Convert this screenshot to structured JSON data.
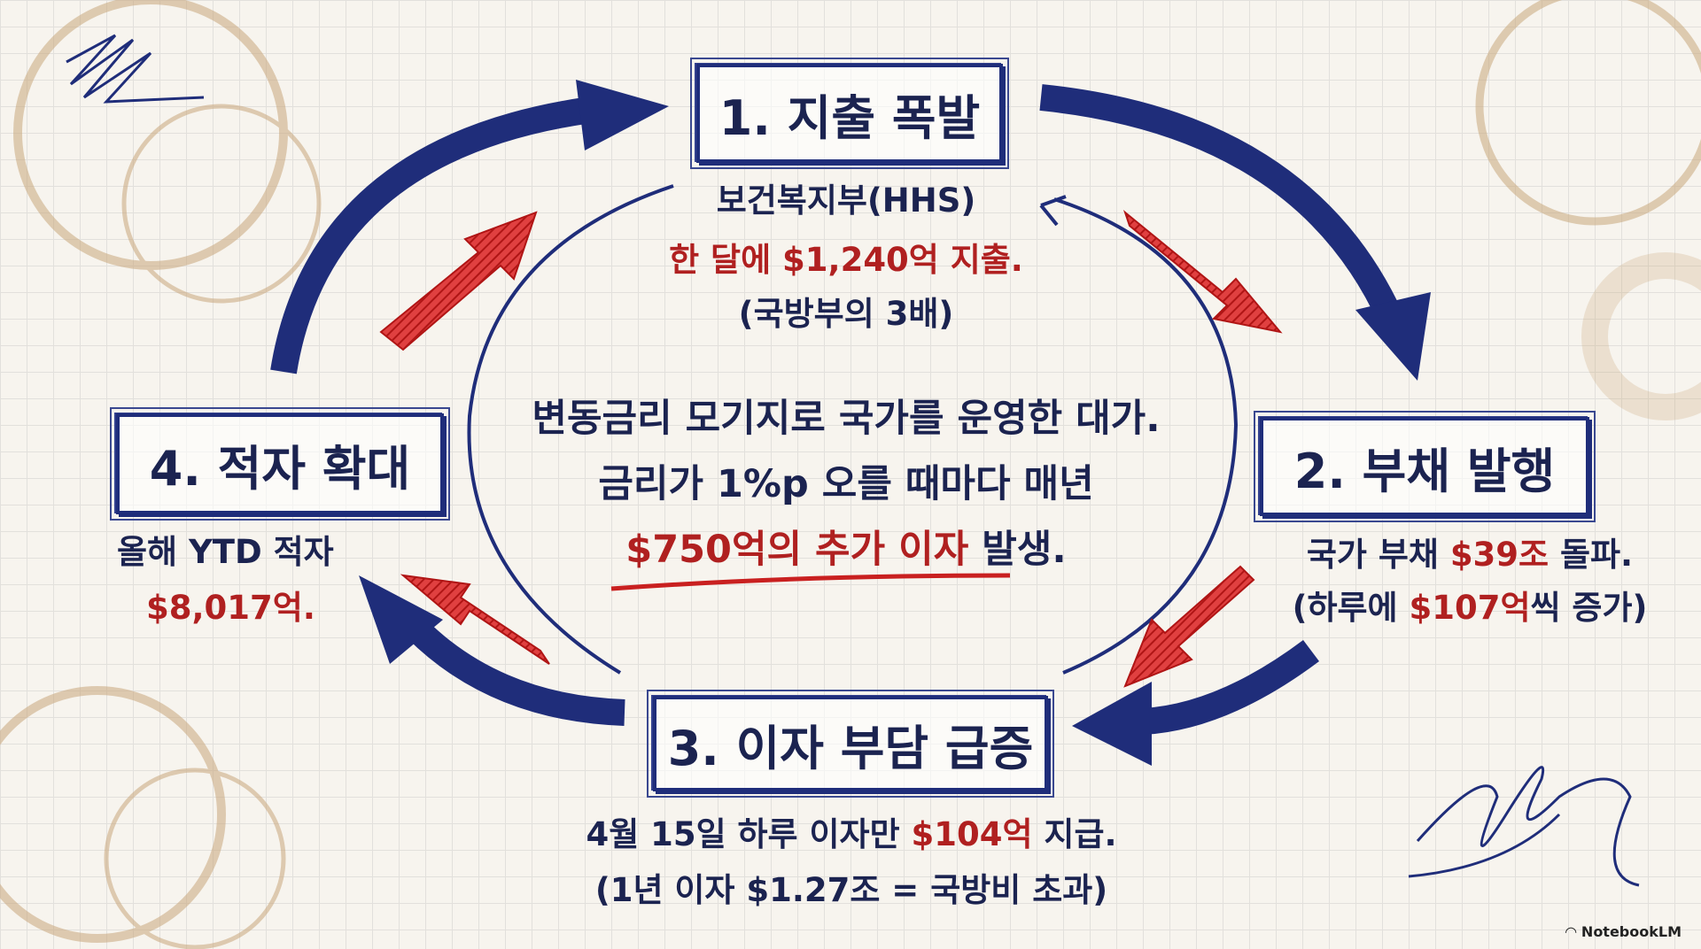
{
  "colors": {
    "blue": "#1f2d7a",
    "red": "#c92020",
    "text": "#1b2350",
    "highlight": "#b02020"
  },
  "center": {
    "line1": "변동금리 모기지로 국가를 운영한 대가.",
    "line2": "금리가 1%p 오를 때마다 매년",
    "line3_red": "$750억의 추가 이자",
    "line3_rest": " 발생."
  },
  "steps": [
    {
      "title": "1. 지출 폭발",
      "line1": "보건복지부(HHS)",
      "line2_red": "한 달에 $1,240억 지출.",
      "line3": "(국방부의 3배)"
    },
    {
      "title": "2. 부채 발행",
      "line1_a": "국가 부채 ",
      "line1_red": "$39조",
      "line1_b": " 돌파.",
      "line2_a": "(하루에 ",
      "line2_red": "$107억",
      "line2_b": "씩 증가)"
    },
    {
      "title": "3. 이자 부담 급증",
      "line1_a": "4월 15일 하루 이자만 ",
      "line1_red": "$104억",
      "line1_b": " 지급.",
      "line2": "(1년 이자 $1.27조 = 국방비 초과)"
    },
    {
      "title": "4. 적자 확대",
      "line1": "올해 YTD 적자",
      "line2_red": "$8,017억."
    }
  ],
  "logo": "NotebookLM"
}
